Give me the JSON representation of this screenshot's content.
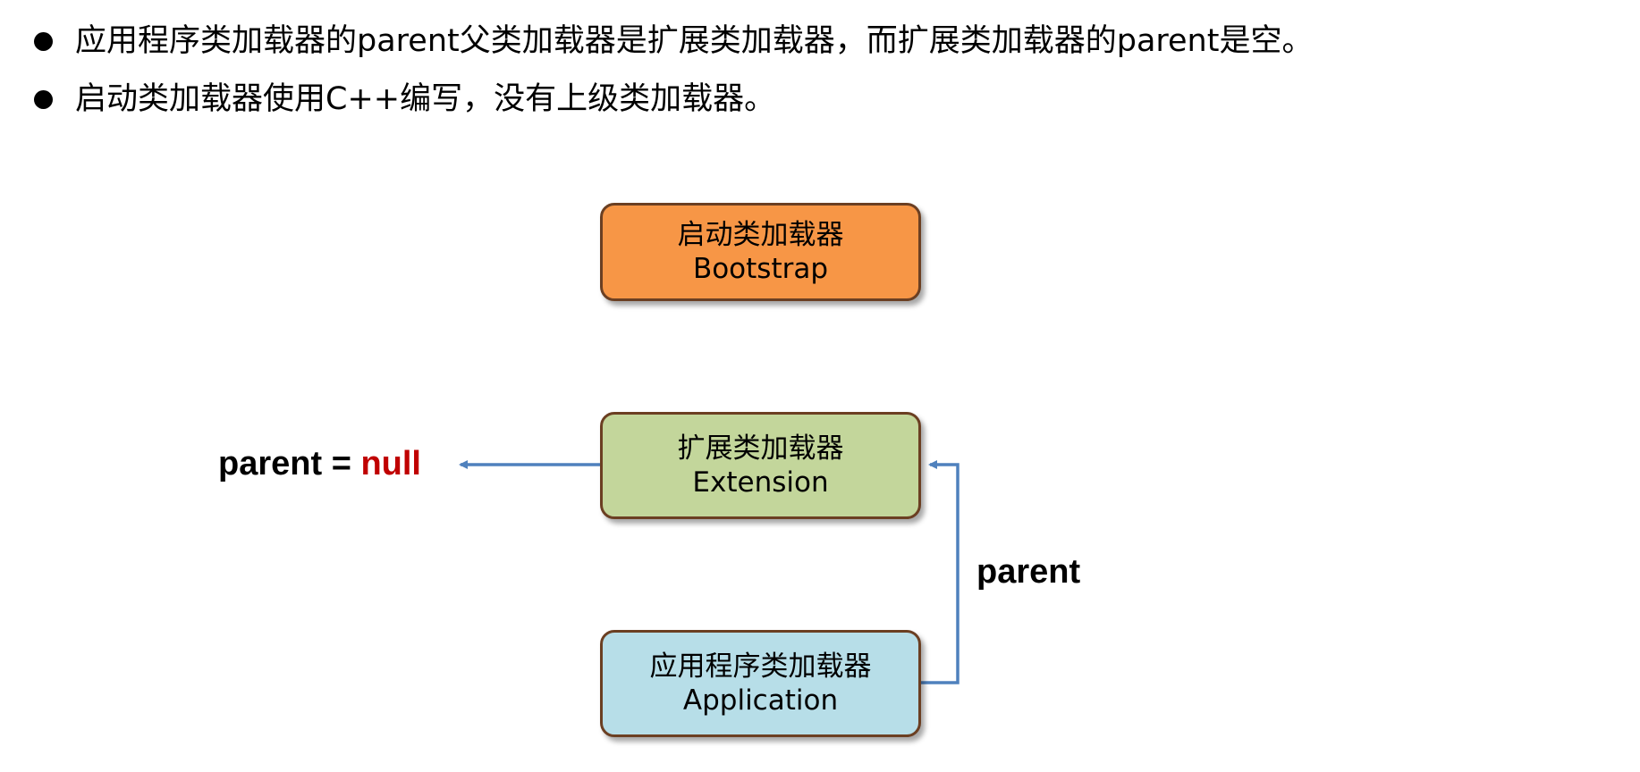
{
  "bullets": [
    "应用程序类加载器的parent父类加载器是扩展类加载器，而扩展类加载器的parent是空。",
    "启动类加载器使用C++编写，没有上级类加载器。"
  ],
  "nodes": {
    "bootstrap": {
      "title": "启动类加载器",
      "subtitle": "Bootstrap",
      "color": "#f79646"
    },
    "extension": {
      "title": "扩展类加载器",
      "subtitle": "Extension",
      "color": "#c3d69b"
    },
    "application": {
      "title": "应用程序类加载器",
      "subtitle": "Application",
      "color": "#b7dee8"
    }
  },
  "labels": {
    "null_prefix": "parent = ",
    "null_value": "null",
    "parent": "parent"
  },
  "colors": {
    "arrow": "#4f81bd",
    "border": "#6b3f22",
    "null_text": "#c00000"
  }
}
